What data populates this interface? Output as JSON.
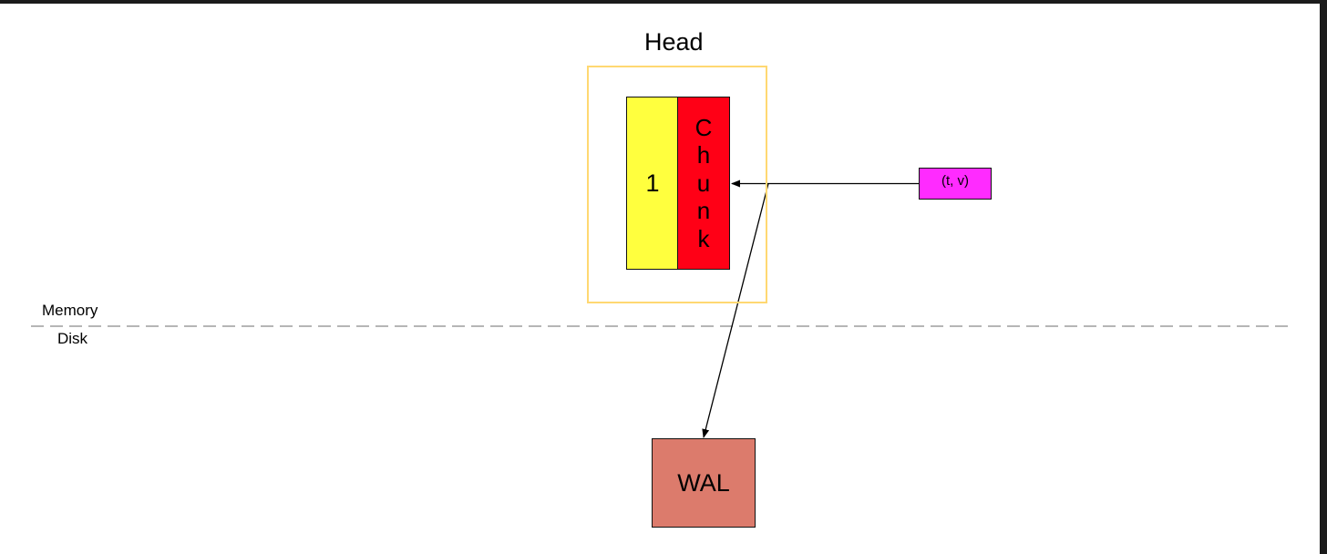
{
  "diagram": {
    "head_title": "Head",
    "series_id": "1",
    "chunk_label": "Chunk",
    "sample_label": "(t, v)",
    "wal_label": "WAL",
    "memory_label": "Memory",
    "disk_label": "Disk"
  },
  "colors": {
    "head_border": "#ffd872",
    "series_fill": "#ffff3e",
    "chunk_fill": "#ff0016",
    "sample_fill": "#ff2bff",
    "wal_fill": "#dc7b6c",
    "divider": "#9e9e9e"
  },
  "edges": [
    {
      "from": "sample",
      "to": "chunk"
    },
    {
      "from": "sample",
      "to": "wal"
    }
  ]
}
